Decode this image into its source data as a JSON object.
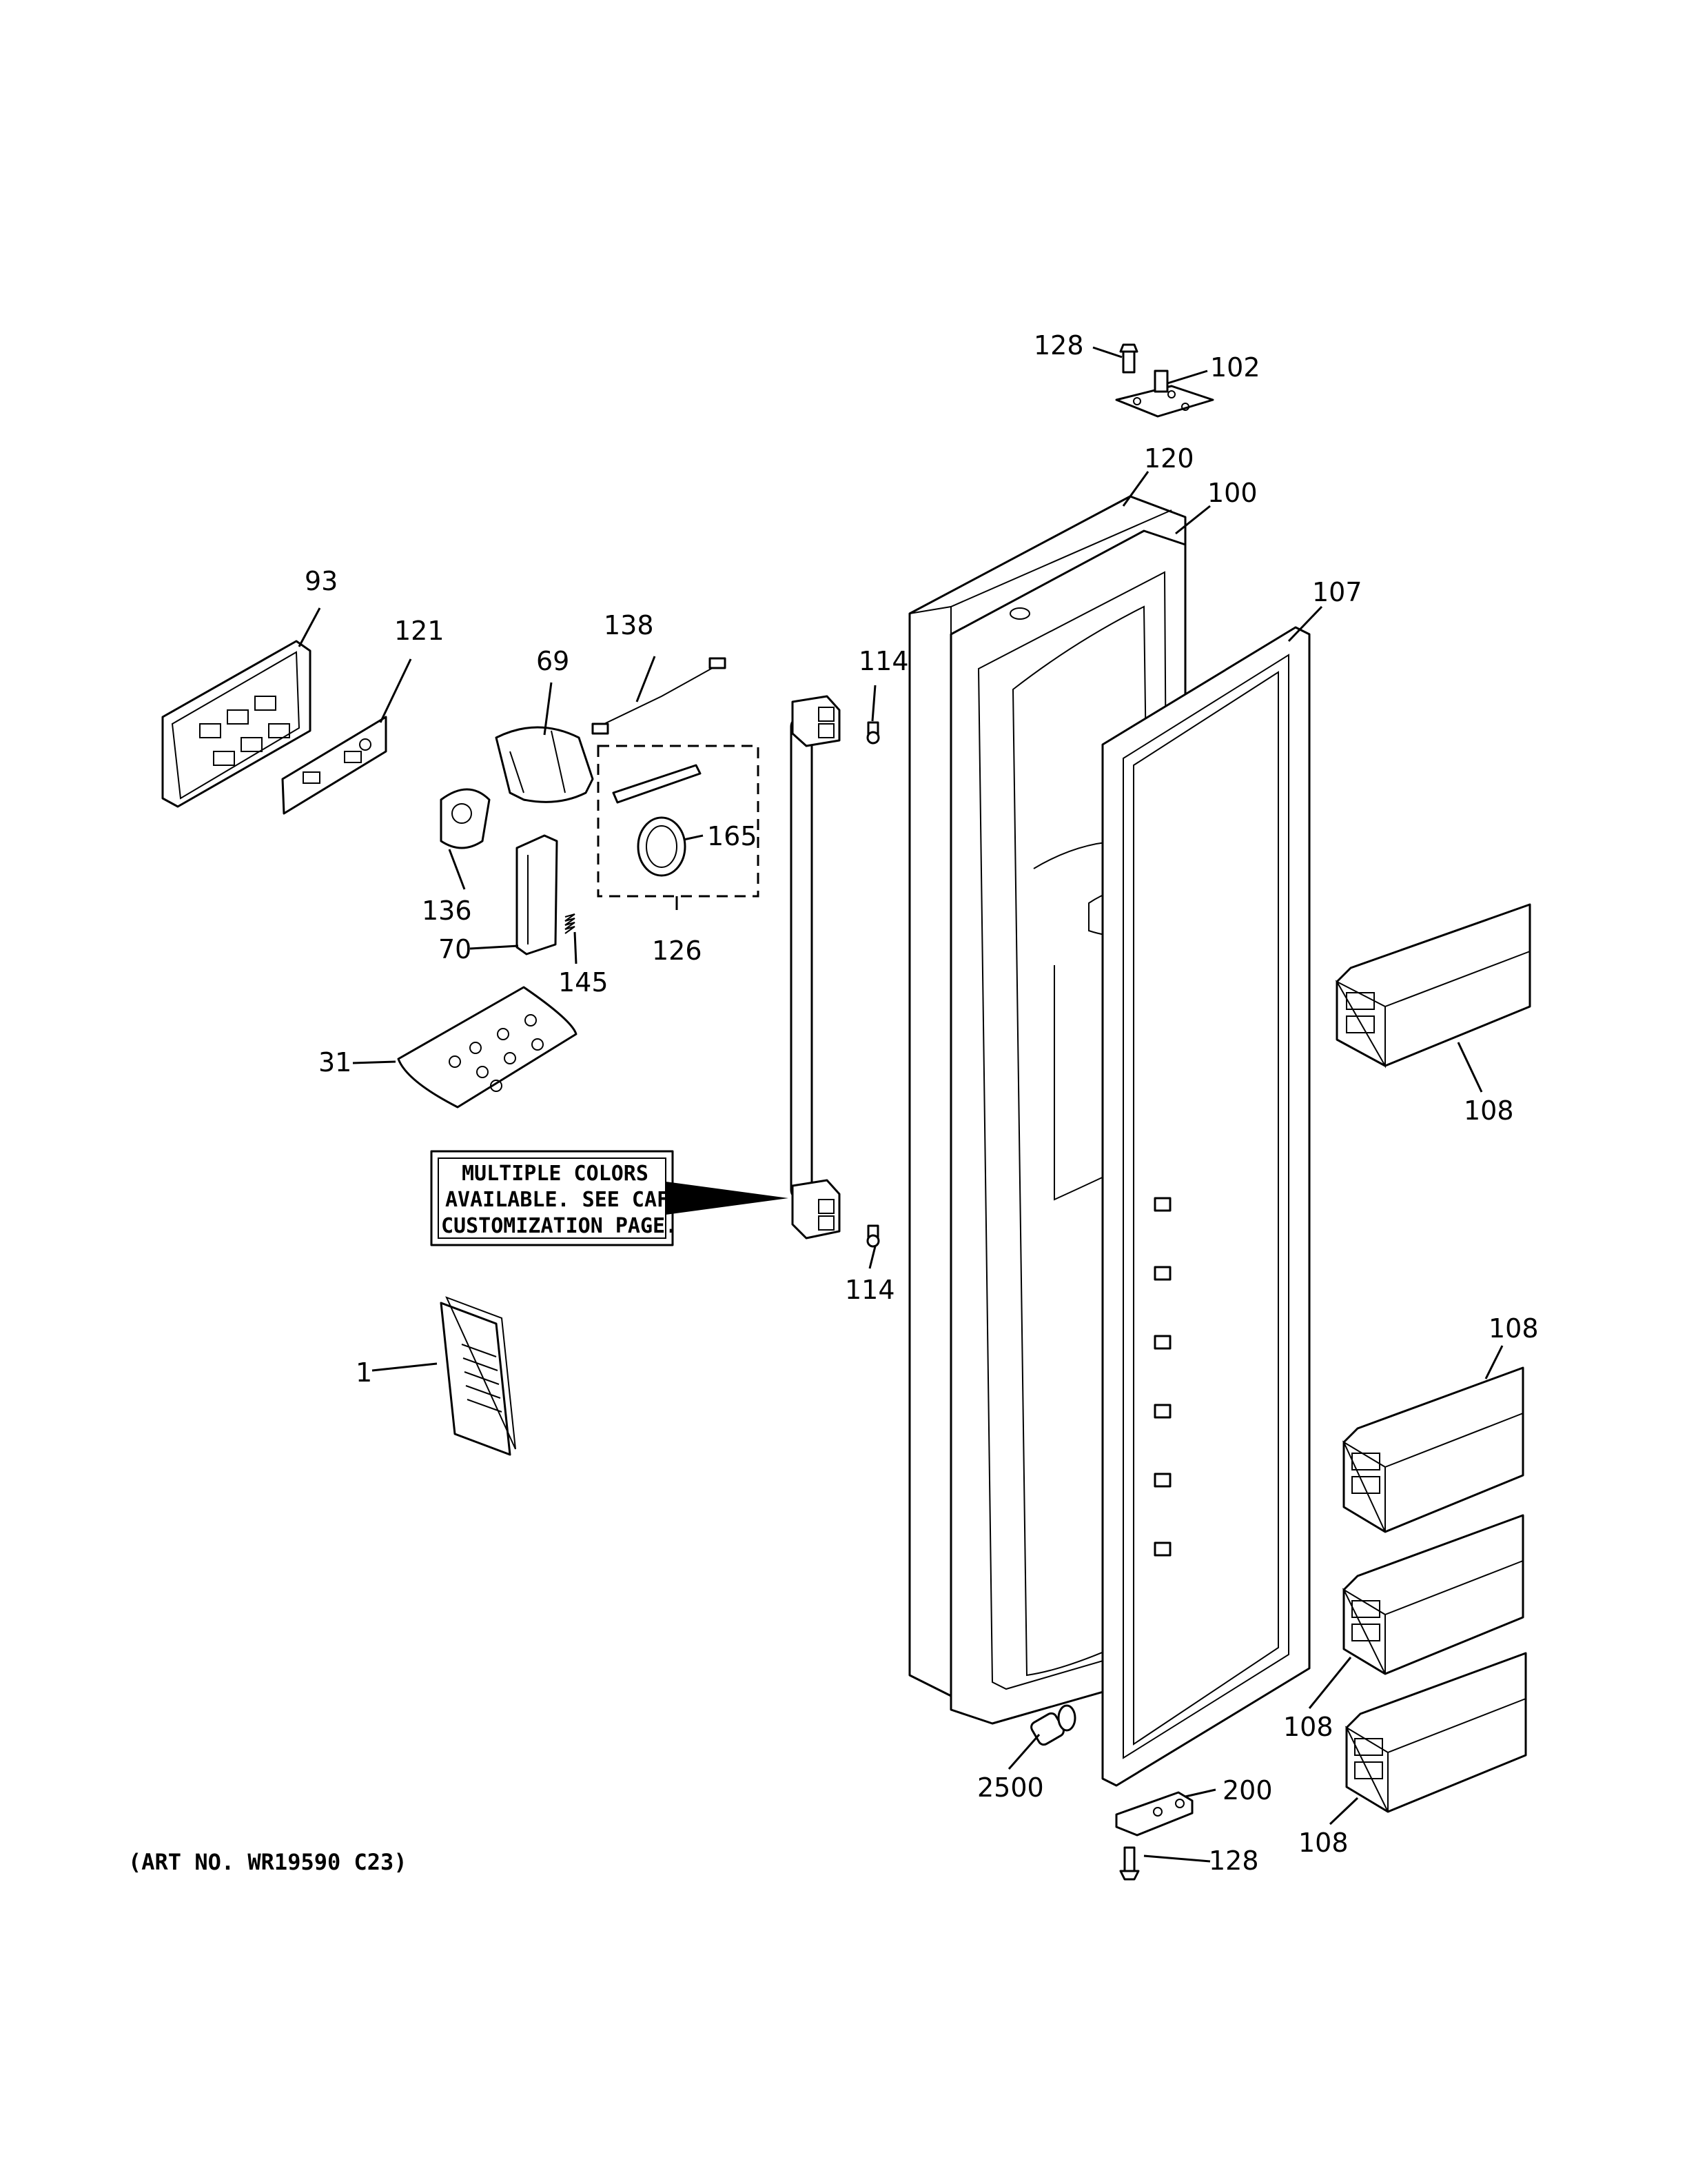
{
  "note": {
    "lines": [
      "MULTIPLE COLORS",
      "AVAILABLE. SEE CAFE",
      "CUSTOMIZATION PAGE."
    ]
  },
  "art_number": "(ART NO. WR19590 C23)",
  "callouts": {
    "c128_top": "128",
    "c102": "102",
    "c120": "120",
    "c100": "100",
    "c93": "93",
    "c121": "121",
    "c138": "138",
    "c69": "69",
    "c114_top": "114",
    "c107": "107",
    "c165": "165",
    "c136": "136",
    "c126": "126",
    "c70": "70",
    "c145": "145",
    "c31": "31",
    "c108_a": "108",
    "c114_bot": "114",
    "c108_b": "108",
    "c1": "1",
    "c108_c": "108",
    "c2500": "2500",
    "c200": "200",
    "c108_d": "108",
    "c128_bot": "128"
  }
}
